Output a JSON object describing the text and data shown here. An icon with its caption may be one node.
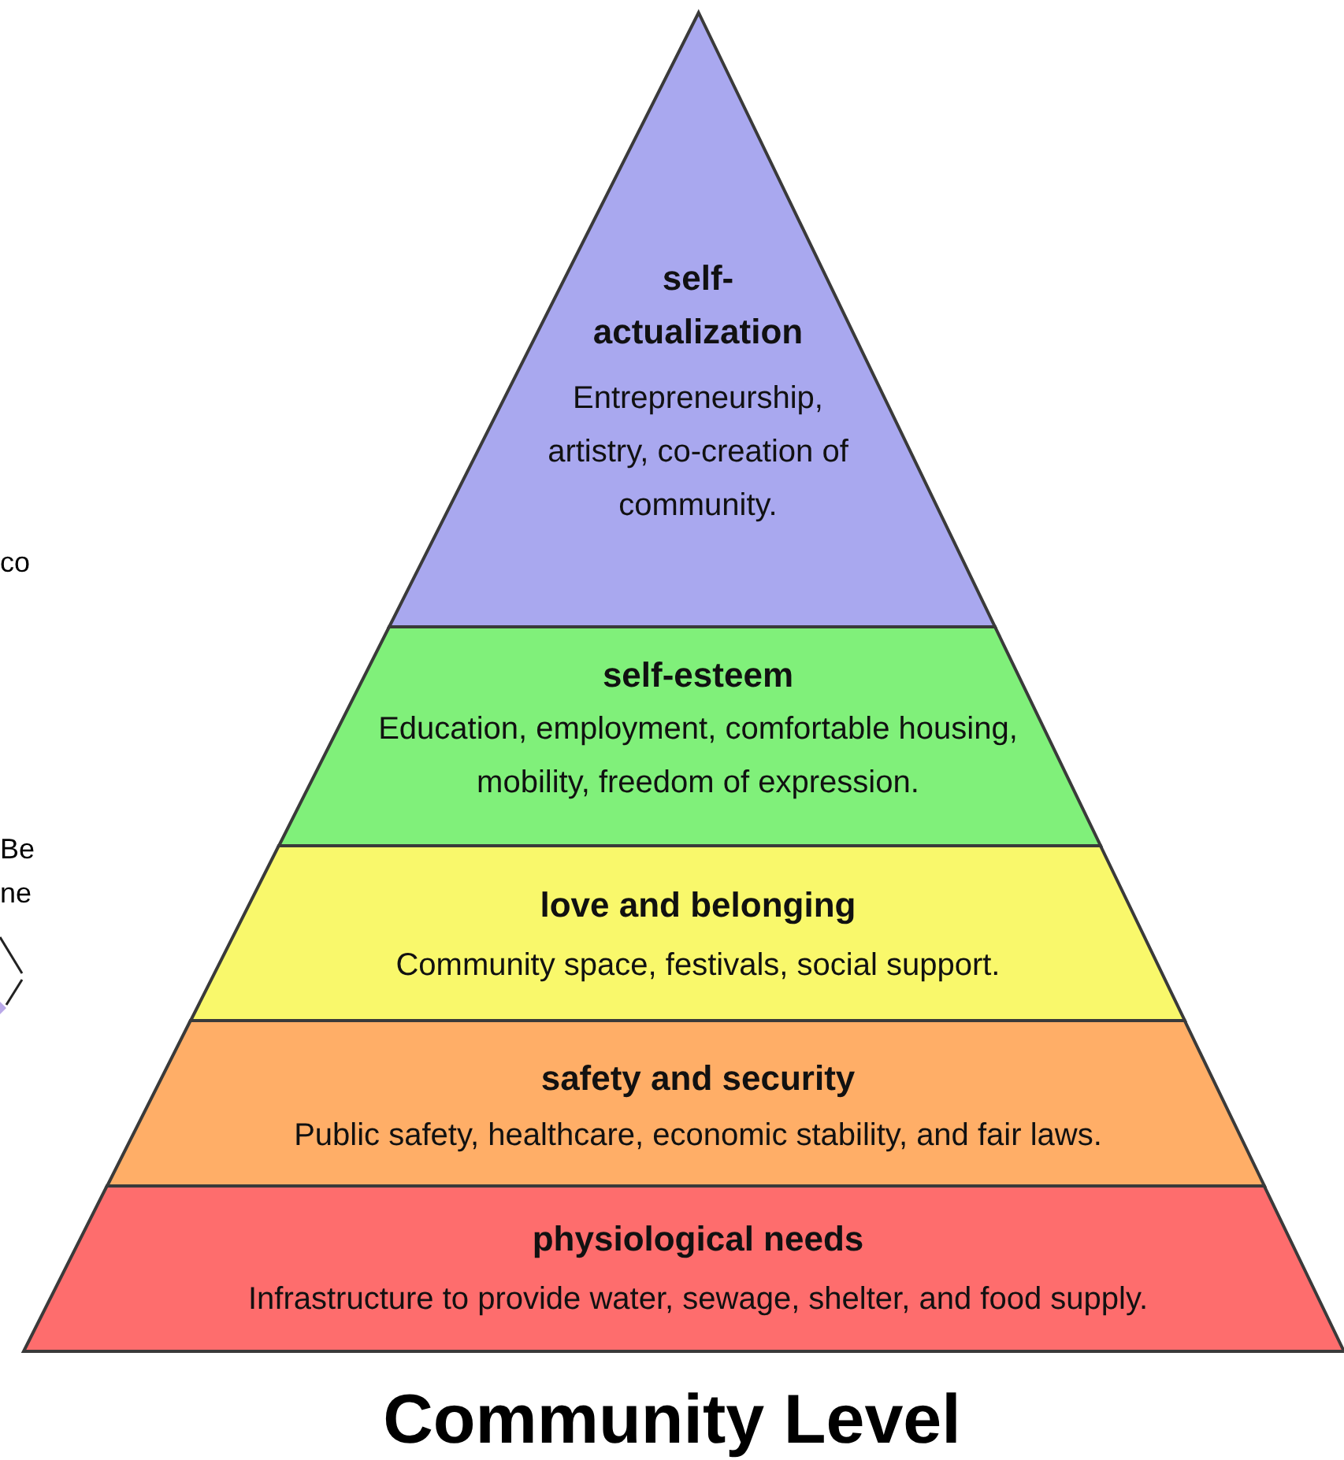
{
  "diagram": {
    "caption": "Community Level",
    "nodes": [
      {
        "text": [
          "self-actualization",
          "Entrepreneurship, artistry, co-creation of community."
        ]
      },
      {
        "text": [
          "self-esteem",
          "Education, employment, comfortable housing, mobility, freedom of expression."
        ]
      },
      {
        "text": [
          "love and belonging",
          "Community space, festivals, social support."
        ]
      },
      {
        "text": [
          "safety and security",
          "Public safety, healthcare, economic stability, and fair laws."
        ]
      },
      {
        "text": [
          "physiological needs",
          "Infrastructure to provide water, sewage, shelter, and food supply."
        ]
      }
    ],
    "labels": [
      "co",
      "Be",
      "ne"
    ]
  }
}
